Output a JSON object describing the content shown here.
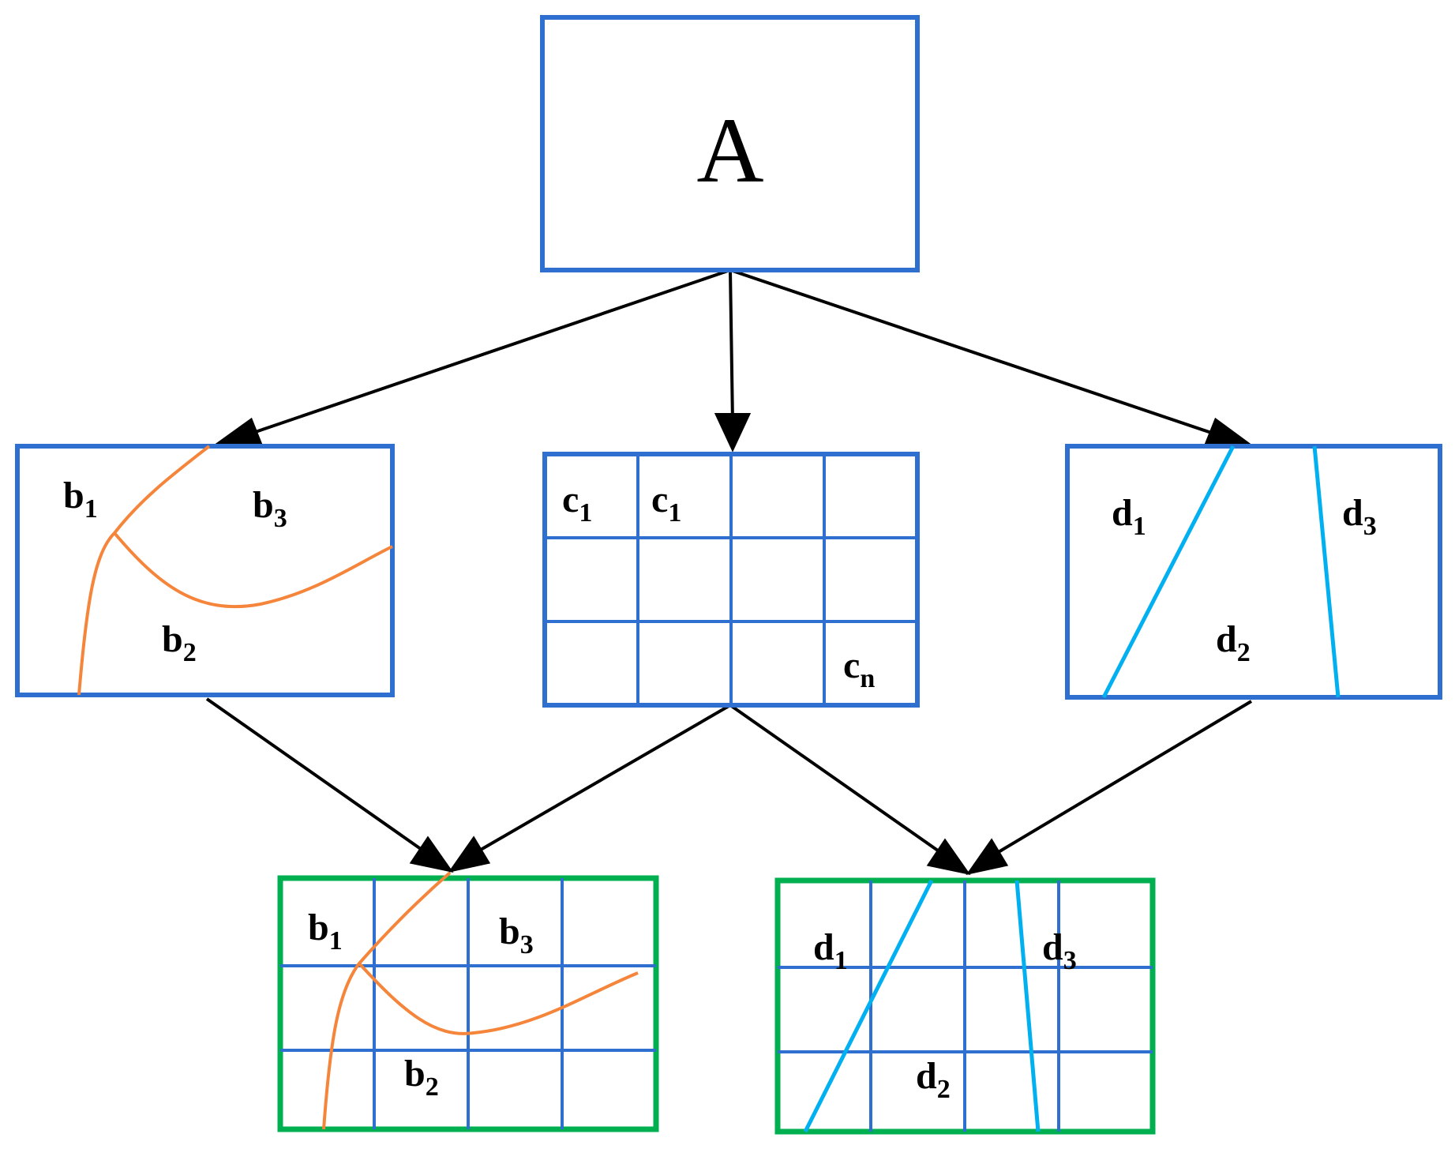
{
  "colors": {
    "box_border": "#2f6fd0",
    "merged_border": "#00b050",
    "grid_line": "#2f6fd0",
    "orange_curve": "#f5853a",
    "cyan_line": "#00b0f0",
    "arrow": "#000000"
  },
  "top_box": {
    "label": "A"
  },
  "box_b": {
    "labels": [
      {
        "base": "b",
        "sub": "1"
      },
      {
        "base": "b",
        "sub": "3"
      },
      {
        "base": "b",
        "sub": "2"
      }
    ]
  },
  "box_c": {
    "labels": [
      {
        "base": "c",
        "sub": "1"
      },
      {
        "base": "c",
        "sub": "1"
      },
      {
        "base": "c",
        "sub": "n"
      }
    ]
  },
  "box_d": {
    "labels": [
      {
        "base": "d",
        "sub": "1"
      },
      {
        "base": "d",
        "sub": "3"
      },
      {
        "base": "d",
        "sub": "2"
      }
    ]
  },
  "merged_bc": {
    "labels": [
      {
        "base": "b",
        "sub": "1"
      },
      {
        "base": "b",
        "sub": "3"
      },
      {
        "base": "b",
        "sub": "2"
      }
    ]
  },
  "merged_cd": {
    "labels": [
      {
        "base": "d",
        "sub": "1"
      },
      {
        "base": "d",
        "sub": "3"
      },
      {
        "base": "d",
        "sub": "2"
      }
    ]
  }
}
